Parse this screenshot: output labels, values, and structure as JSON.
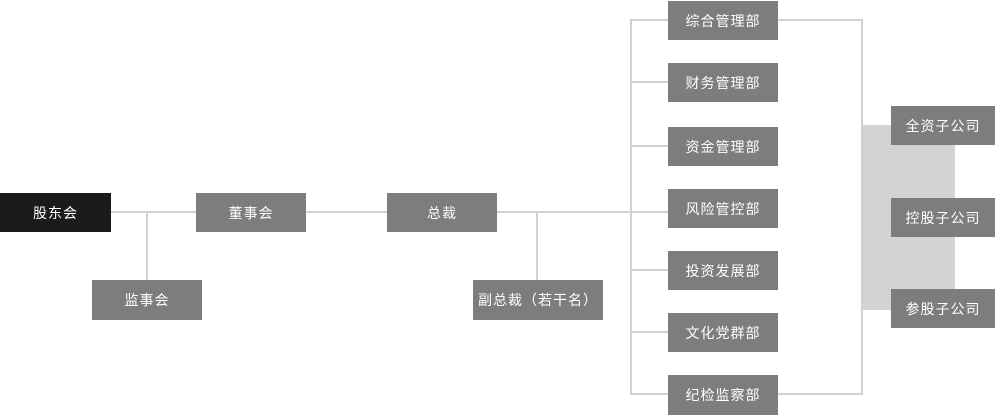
{
  "colors": {
    "node_bg": "#7d7d7d",
    "root_bg": "#1b1b1b",
    "text": "#ffffff",
    "line": "#d0d0d0",
    "panel_bg": "#d3d3d3"
  },
  "nodes": {
    "shareholders_meeting": {
      "label": "股东会"
    },
    "board_of_directors": {
      "label": "董事会"
    },
    "president": {
      "label": "总裁"
    },
    "supervisory_board": {
      "label": "监事会"
    },
    "vice_presidents": {
      "label": "副总裁（若干名）"
    },
    "departments": [
      {
        "label": "综合管理部"
      },
      {
        "label": "财务管理部"
      },
      {
        "label": "资金管理部"
      },
      {
        "label": "风险管控部"
      },
      {
        "label": "投资发展部"
      },
      {
        "label": "文化党群部"
      },
      {
        "label": "纪检监察部"
      }
    ],
    "subsidiaries": [
      {
        "label": "全资子公司"
      },
      {
        "label": "控股子公司"
      },
      {
        "label": "参股子公司"
      }
    ]
  }
}
